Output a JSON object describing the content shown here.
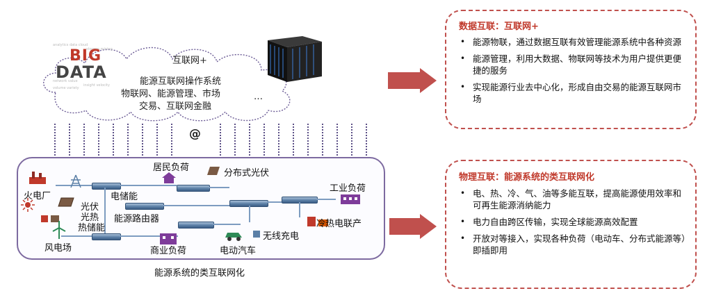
{
  "cloud": {
    "bigdata": {
      "big": "BIG",
      "data": "DATA"
    },
    "internet_plus": "互联网+",
    "os_title": "能源互联网操作系统",
    "modules_line1": "物联网、能源管理、市场",
    "modules_line2": "交易、互联网金融",
    "ellipsis": "…",
    "at_symbol": "@"
  },
  "energy_system": {
    "caption": "能源系统的类互联网化",
    "nodes": {
      "thermal_plant": "火电厂",
      "electric_storage": "电储能",
      "pv": "光伏",
      "solar_thermal": "光热",
      "thermal_storage": "热储能",
      "wind_farm": "风电场",
      "residential_load": "居民负荷",
      "distributed_pv": "分布式光伏",
      "energy_router": "能源路由器",
      "commercial_load": "商业负荷",
      "electric_vehicle": "电动汽车",
      "wireless_charging": "无线充电",
      "industrial_load": "工业负荷",
      "cchp": "冷热电联产"
    }
  },
  "panels": {
    "data_interconnect": {
      "title": "数据互联：互联网+",
      "items": [
        "能源物联，通过数据互联有效管理能源系统中各种资源",
        "能源管理，利用大数据、物联网等技术为用户提供更便捷的服务",
        "实现能源行业去中心化，形成自由交易的能源互联网市场"
      ]
    },
    "physical_interconnect": {
      "title": "物理互联：能源系统的类互联网化",
      "items": [
        "电、热、冷、气、油等多能互联，提高能源使用效率和可再生能源消纳能力",
        "电力自由跨区传输，实现全球能源高效配置",
        "开放对等接入，实现各种负荷（电动车、分布式能源等）即插即用"
      ]
    }
  },
  "colors": {
    "accent_red": "#c0504d",
    "title_red": "#c0392b",
    "system_border": "#7d6aa0",
    "bus_blue": "#3d5f86"
  }
}
